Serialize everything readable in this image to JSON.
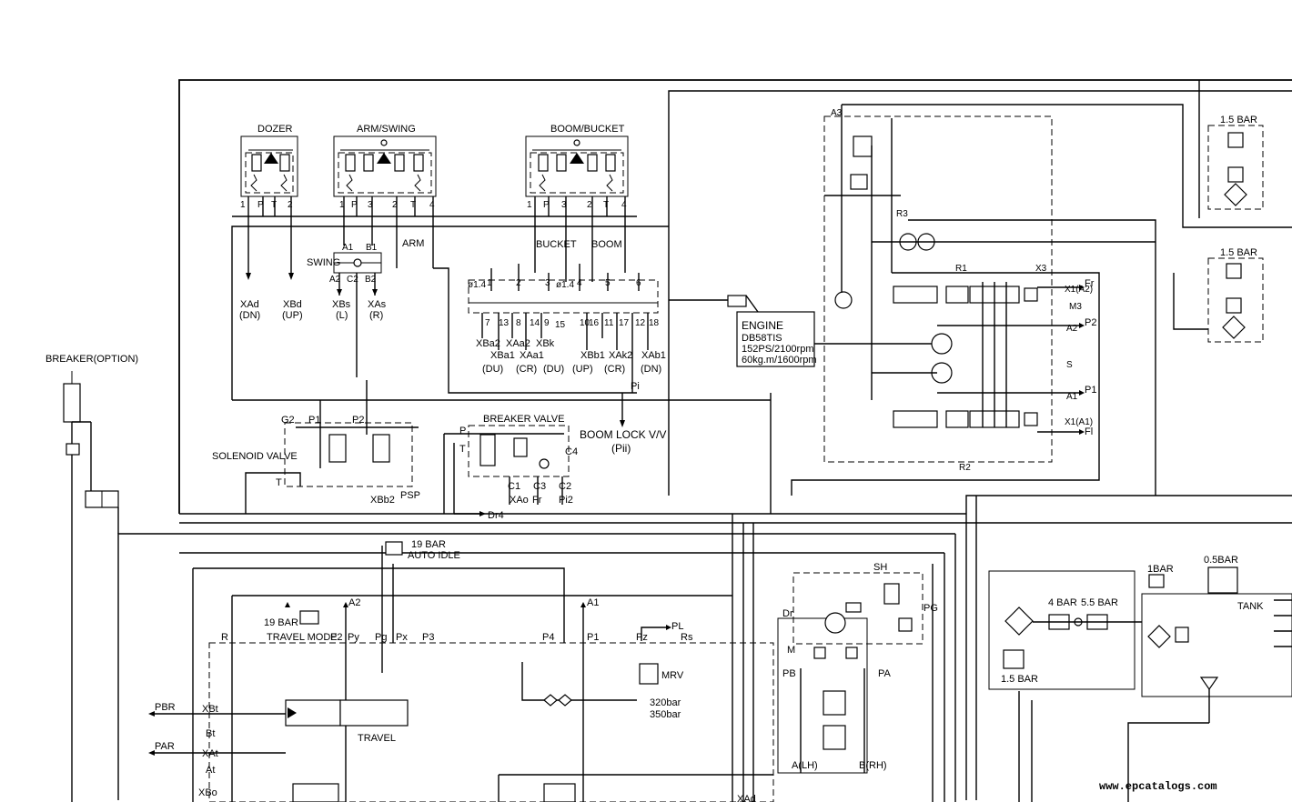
{
  "blocks": {
    "dozer": "DOZER",
    "arm_swing": "ARM/SWING",
    "boom_bucket": "BOOM/BUCKET",
    "breaker_valve": "BREAKER VALVE",
    "breaker_option": "BREAKER(OPTION)",
    "solenoid_valve": "SOLENOID VALVE",
    "boom_lock": "BOOM LOCK V/V",
    "boom_lock_sub": "(Pii)",
    "swing": "SWING",
    "arm": "ARM",
    "bucket": "BUCKET",
    "boom": "BOOM",
    "travel": "TRAVEL",
    "travel_mode": "TRAVEL MODE",
    "tank": "TANK",
    "mrv": "MRV",
    "mrv_pressure_1": "320bar",
    "mrv_pressure_2": "350bar",
    "auto_idle_1": "19 BAR",
    "auto_idle_2": "AUTO IDLE",
    "travel_relief": "19 BAR"
  },
  "engine": {
    "title": "ENGINE",
    "model": "DB58TIS",
    "power": "152PS/2100rpm",
    "torque": "60kg.m/1600rpm"
  },
  "pressures": {
    "filter_top": "1.5  BAR",
    "filter_mid": "1.5  BAR",
    "return_1": "1.5  BAR",
    "check_4": "4  BAR",
    "check_55": "5.5  BAR",
    "tank_1bar": "1BAR",
    "tank_05bar": "0.5BAR"
  },
  "pilot_pins": {
    "dozer": [
      "1",
      "P",
      "T",
      "2"
    ],
    "arm_swing": [
      "1",
      "P",
      "3",
      "2",
      "T",
      "4"
    ],
    "boom_bucket": [
      "1",
      "P",
      "3",
      "2",
      "T",
      "4"
    ],
    "swing": [
      "A1",
      "B1",
      "A2",
      "C2",
      "B2"
    ]
  },
  "outputs": {
    "dozer": [
      {
        "port": "XAd",
        "dir": "(DN)"
      },
      {
        "port": "XBd",
        "dir": "(UP)"
      }
    ],
    "swing": [
      {
        "port": "XBs",
        "dir": "(L)"
      },
      {
        "port": "XAs",
        "dir": "(R)"
      }
    ],
    "bucket_arm": [
      {
        "port": "XBa2",
        "dir": ""
      },
      {
        "port": "XAa2",
        "dir": ""
      },
      {
        "port": "XBk",
        "dir": "(DU)"
      }
    ],
    "bucket_arm_sub": [
      {
        "port": "XBa1",
        "dir": "(DU)"
      },
      {
        "port": "XAa1",
        "dir": "(CR)"
      }
    ],
    "boom": [
      {
        "port": "XBb1",
        "dir": "(UP)"
      },
      {
        "port": "XAk2",
        "dir": "(CR)"
      },
      {
        "port": "XAb1",
        "dir": "(DN)"
      }
    ],
    "pi": "Pi"
  },
  "shuttle_block": {
    "pins_top": [
      "1",
      "2",
      "3",
      "4",
      "5",
      "6"
    ],
    "pins_bottom": [
      "7",
      "13",
      "8",
      "14",
      "9",
      "15",
      "10",
      "16",
      "11",
      "17",
      "12",
      "18"
    ],
    "orifice_1": "ø1.4",
    "orifice_2": "ø1.4"
  },
  "solenoid": {
    "ports": [
      "G2",
      "P1",
      "P2",
      "T"
    ],
    "out_1": "XBb2",
    "out_2": "PSP"
  },
  "breaker": {
    "ports": [
      "P",
      "T",
      "C1",
      "C3",
      "C2",
      "C4"
    ],
    "out": [
      "XAo",
      "Fr",
      "Pi2"
    ],
    "drain": "Dr4"
  },
  "pump": {
    "labels": [
      "A3",
      "R3",
      "R1",
      "X3",
      "Fr",
      "X1(A2)",
      "M3",
      "P2",
      "A2",
      "S",
      "P1",
      "A1",
      "X1(A1)",
      "Fl",
      "R2"
    ]
  },
  "mcv": {
    "ports": [
      "R",
      "P2",
      "Py",
      "Pg",
      "Px",
      "P3",
      "P4",
      "P1",
      "Pz",
      "Rs",
      "A2",
      "A1",
      "PL"
    ],
    "side": [
      "PBR",
      "PAR",
      "XBt",
      "Bt",
      "XAt",
      "At",
      "XBo",
      "XAd"
    ]
  },
  "swing_motor": {
    "labels": [
      "SH",
      "Dr",
      "PG",
      "M",
      "PB",
      "PA",
      "A(LH)",
      "B(RH)"
    ]
  },
  "watermark": "www.epcatalogs.com"
}
